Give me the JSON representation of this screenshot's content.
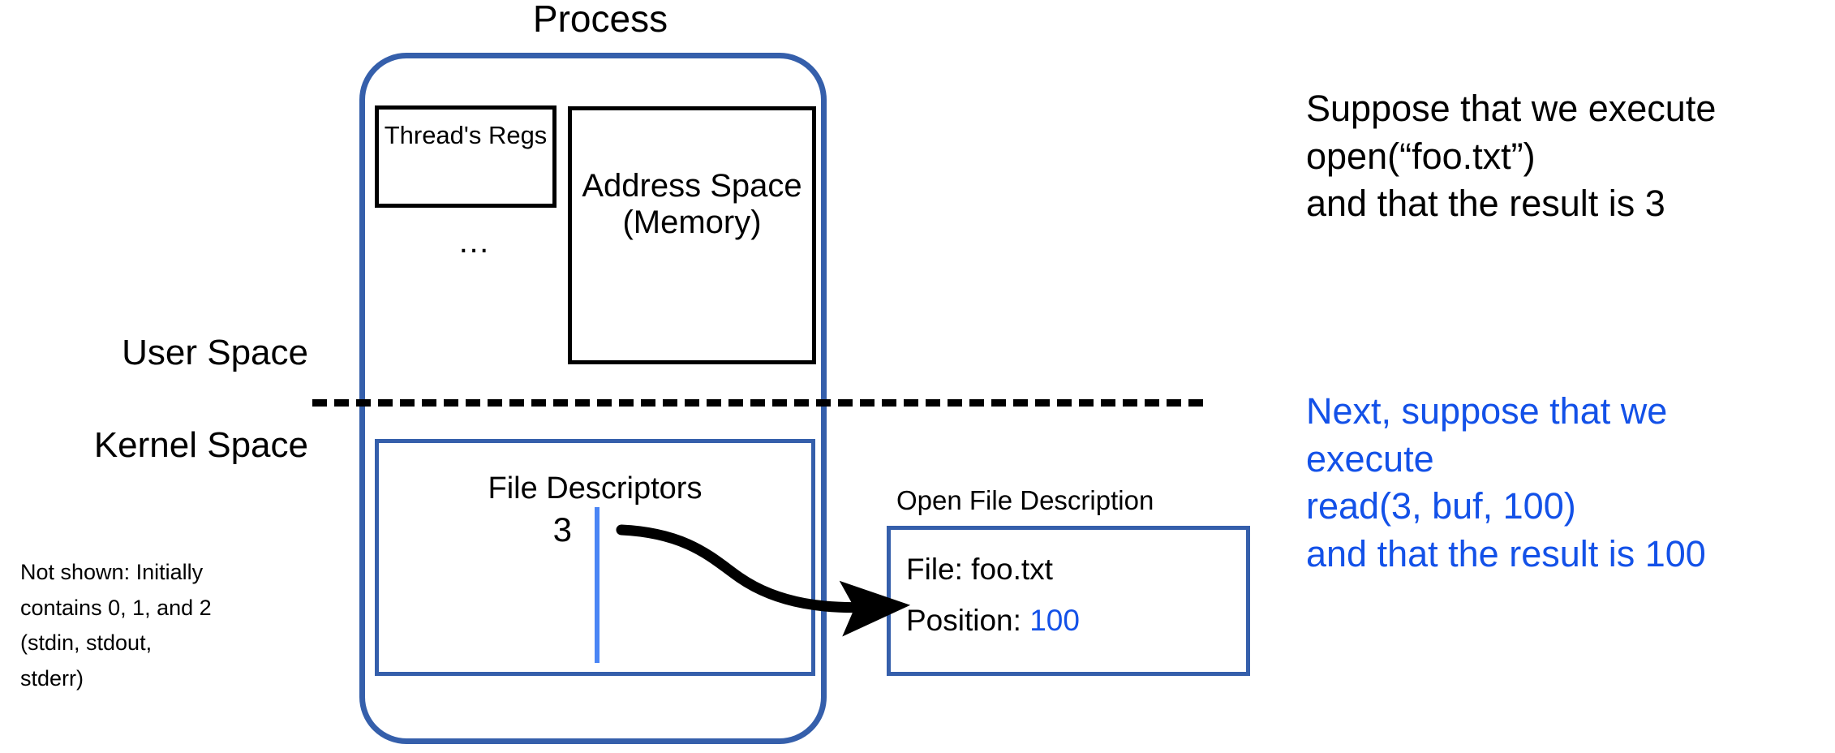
{
  "diagram": {
    "process_title": "Process",
    "thread_regs": "Thread's\nRegs",
    "ellipsis": "…",
    "address_space": "Address\nSpace\n(Memory)",
    "user_space_label": "User Space",
    "kernel_space_label": "Kernel Space",
    "file_descriptors_title": "File Descriptors",
    "file_descriptor_entry": "3",
    "open_file_description_title": "Open File Description",
    "ofd_file_label": "File: foo.txt",
    "ofd_position_label": "Position:",
    "ofd_position_value": "100",
    "note": "Not shown: Initially\ncontains 0, 1, and 2\n(stdin, stdout,\nstderr)"
  },
  "annotations": {
    "black_block": "Suppose that we execute\nopen(“foo.txt”)\nand that the result is 3",
    "blue_block": "Next, suppose that we\nexecute\nread(3, buf, 100)\nand that the result is 100"
  },
  "colors": {
    "process_border": "#355FAB",
    "kernel_box_border": "#355FAB",
    "fd_divider": "#4A85F5",
    "highlight_blue": "#1351E8",
    "outline_black": "#000000",
    "background": "#FFFFFF"
  },
  "icons": {
    "arrow": "curved-arrow-icon",
    "boundary": "dashed-boundary-icon"
  }
}
